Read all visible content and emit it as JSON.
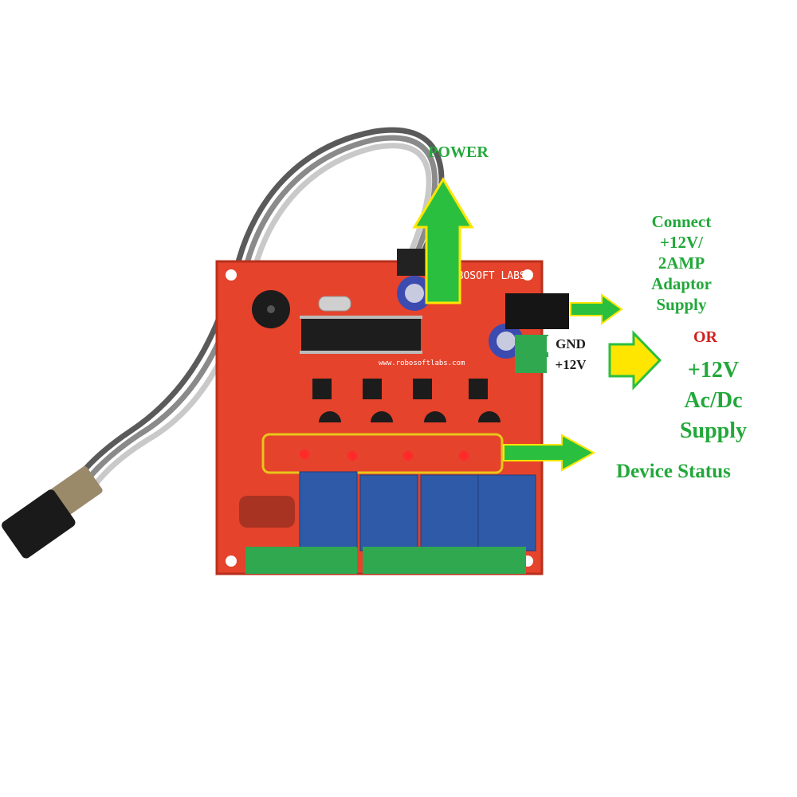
{
  "labels": {
    "power": "POWER",
    "connect_lines": [
      "Connect",
      "+12V/",
      "2AMP",
      "Adaptor",
      "Supply"
    ],
    "or": "OR",
    "supply_lines": [
      "+12V",
      "Ac/Dc",
      "Supply"
    ],
    "terminal_gnd": "GND",
    "terminal_12v": "+12V",
    "device_status": "Device Status"
  },
  "board_text": {
    "brand": "ROBOSOFT LABS",
    "website": "www.robosoftlabs.com"
  },
  "colors": {
    "pcb": "#e5432c",
    "pcb_edge": "#b8301d",
    "relay_blue": "#2f5aa8",
    "terminal_green": "#2fa84f",
    "arrow_green": "#2bbf3f",
    "arrow_yellow": "#ffe600",
    "label_green": "#22a83a",
    "label_red": "#d21f1f",
    "highlight_box": "#e8c61a"
  }
}
